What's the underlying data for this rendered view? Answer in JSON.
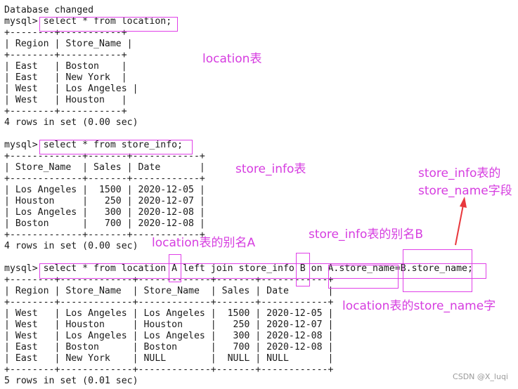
{
  "terminal": {
    "lines": [
      "Database changed",
      "mysql> select * from location;",
      "+--------+-----------+",
      "| Region | Store_Name |",
      "+--------+-----------+",
      "| East   | Boston    |",
      "| East   | New York  |",
      "| West   | Los Angeles |",
      "| West   | Houston   |",
      "+--------+-----------+",
      "4 rows in set (0.00 sec)",
      "",
      "mysql> select * from store_info;",
      "+-------------+-------+------------+",
      "| Store_Name  | Sales | Date       |",
      "+-------------+-------+------------+",
      "| Los Angeles |  1500 | 2020-12-05 |",
      "| Houston     |   250 | 2020-12-07 |",
      "| Los Angeles |   300 | 2020-12-08 |",
      "| Boston      |   700 | 2020-12-08 |",
      "+-------------+-------+------------+",
      "4 rows in set (0.00 sec)",
      "",
      "mysql> select * from location A left join store_info B on A.store_name=B.store_name;",
      "+--------+-------------+-------------+-------+------------+",
      "| Region | Store_Name  | Store_Name  | Sales | Date       |",
      "+--------+-------------+-------------+-------+------------+",
      "| West   | Los Angeles | Los Angeles |  1500 | 2020-12-05 |",
      "| West   | Houston     | Houston     |   250 | 2020-12-07 |",
      "| West   | Los Angeles | Los Angeles |   300 | 2020-12-08 |",
      "| East   | Boston      | Boston      |   700 | 2020-12-08 |",
      "| East   | New York    | NULL        |  NULL | NULL       |",
      "+--------+-------------+-------------+-------+------------+",
      "5 rows in set (0.01 sec)"
    ]
  },
  "annotations": {
    "location_table": "location表",
    "store_info_table": "store_info表",
    "store_name_field_line1": "store_info表的",
    "store_name_field_line2": "store_name字段",
    "alias_a": "location表的别名A",
    "alias_b": "store_info表的别名B",
    "location_store_name": "location表的store_name字"
  },
  "colors": {
    "annotation": "#d63de0",
    "highlight_box": "#e040e8",
    "arrow": "#e8383d"
  },
  "watermark": "CSDN @X_luqi"
}
